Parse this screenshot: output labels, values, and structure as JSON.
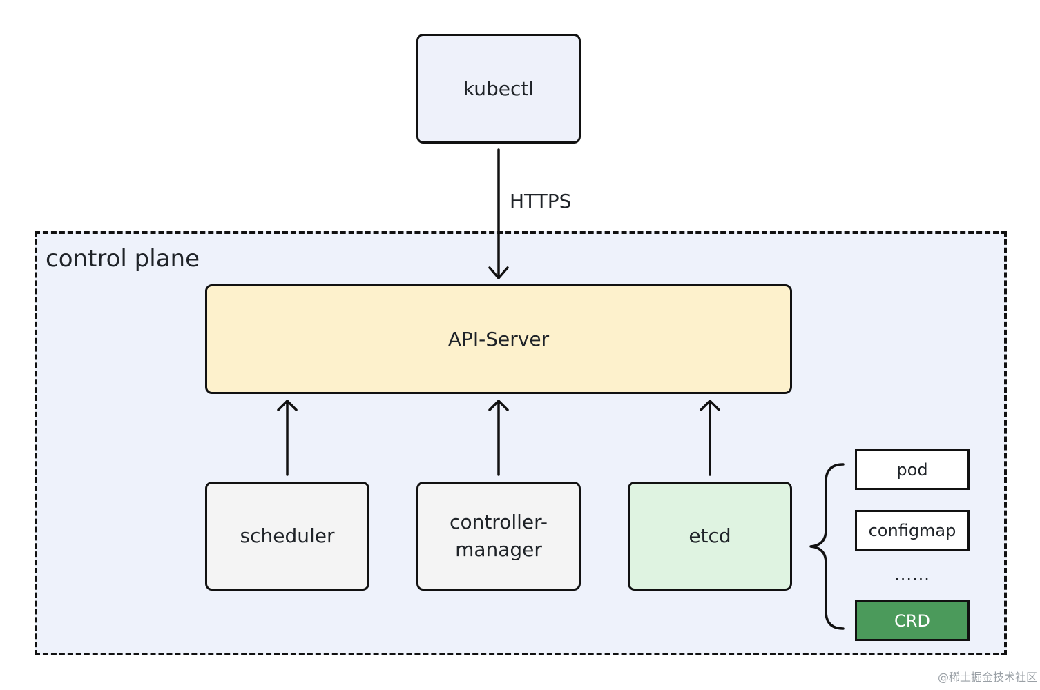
{
  "control_plane": {
    "label": "control plane"
  },
  "nodes": {
    "kubectl": "kubectl",
    "api_server": "API-Server",
    "scheduler": "scheduler",
    "controller_manager_line1": "controller-",
    "controller_manager_line2": "manager",
    "etcd": "etcd"
  },
  "edges": {
    "https_label": "HTTPS"
  },
  "resources": {
    "pod": "pod",
    "configmap": "configmap",
    "ellipsis": "......",
    "crd": "CRD"
  },
  "watermark": "@稀土掘金技术社区",
  "colors": {
    "control_plane_bg": "#eef2fb",
    "api_server_bg": "#fdf1cc",
    "etcd_bg": "#dff3e1",
    "crd_bg": "#4b9a5b"
  }
}
